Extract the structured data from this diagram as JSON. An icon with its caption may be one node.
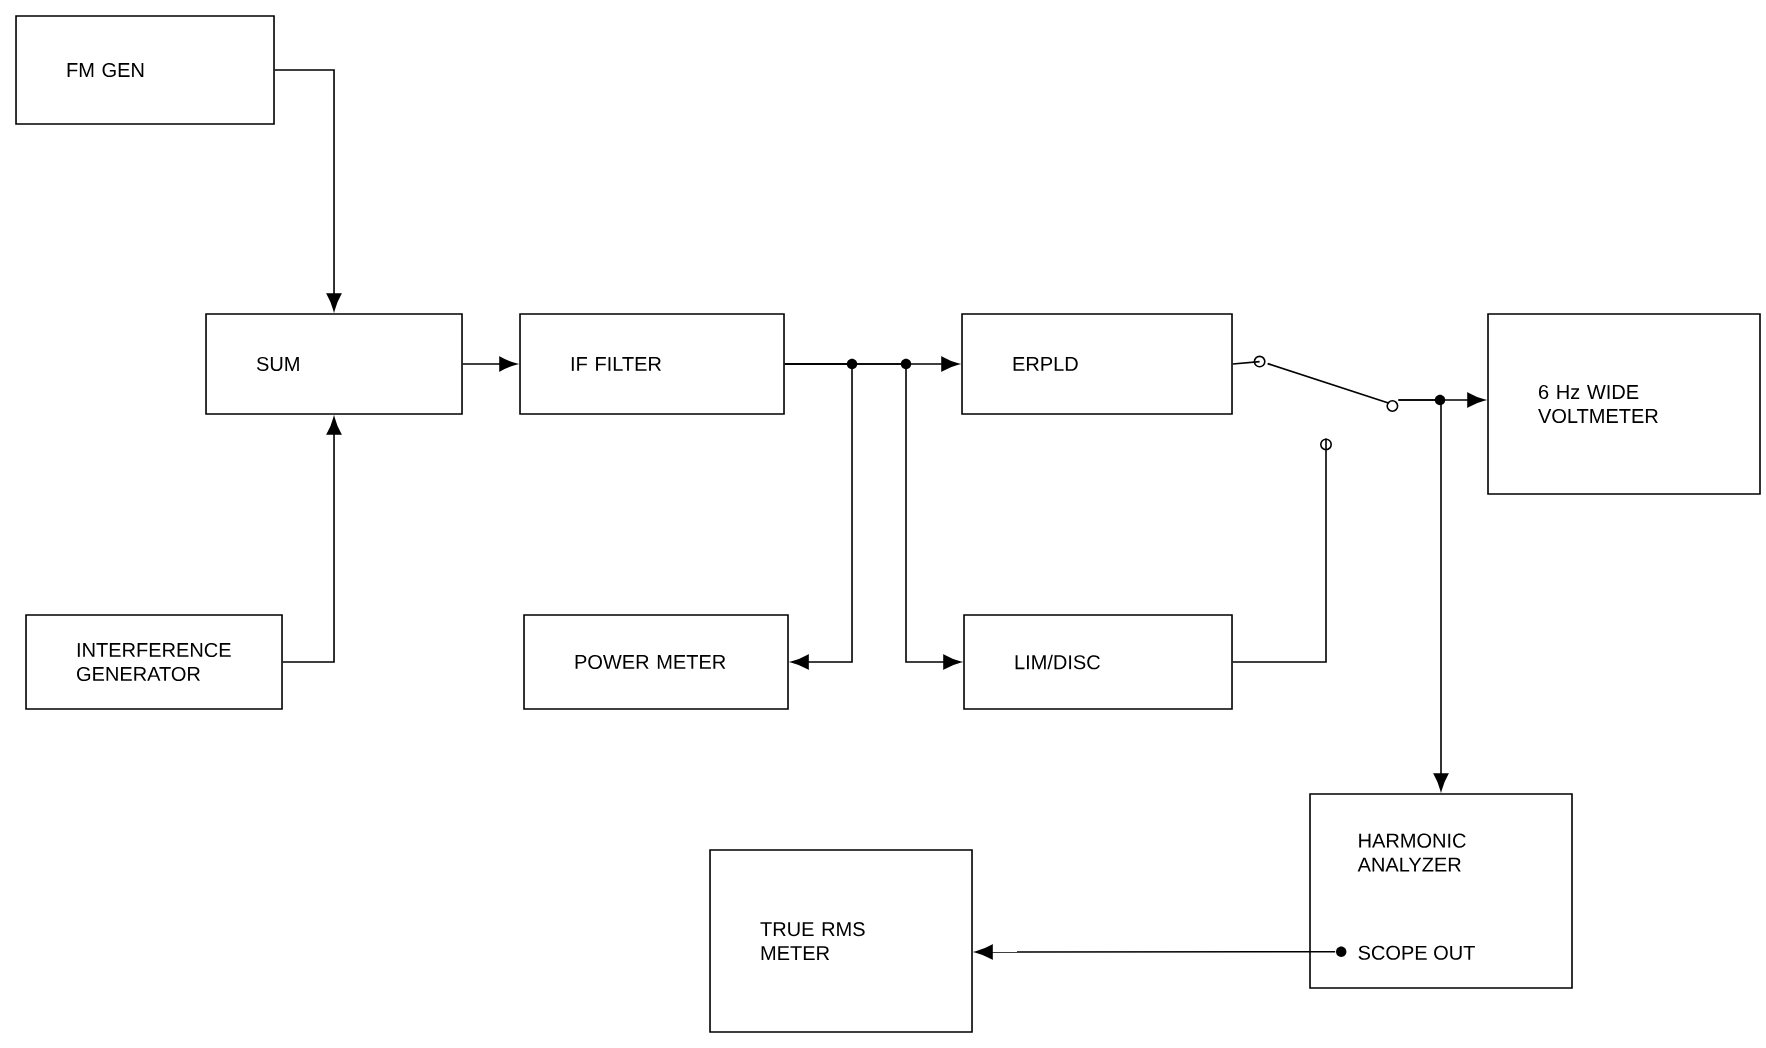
{
  "diagram": {
    "nodes": [
      {
        "text": [
          "FM GEN"
        ]
      },
      {
        "text": [
          "SUM"
        ]
      },
      {
        "text": [
          "INTERFERENCE GENERATOR"
        ]
      },
      {
        "text": [
          "IF FILTER"
        ]
      },
      {
        "text": [
          "ERPLD"
        ]
      },
      {
        "text": [
          "6 Hz WIDE VOLTMETER"
        ]
      },
      {
        "text": [
          "POWER METER"
        ]
      },
      {
        "text": [
          "LIM/DISC"
        ]
      },
      {
        "text": [
          "HARMONIC ANALYZER",
          "SCOPE OUT"
        ]
      },
      {
        "text": [
          "TRUE RMS METER"
        ]
      },
      {
        "text": [],
        "shape": "switch"
      }
    ],
    "edges": [
      {
        "from": 0,
        "to": 1,
        "arrow": "to"
      },
      {
        "from": 2,
        "to": 1,
        "arrow": "to"
      },
      {
        "from": 1,
        "to": 3,
        "arrow": "to"
      },
      {
        "from": 3,
        "to": 4,
        "arrow": "to"
      },
      {
        "from": 3,
        "to": 6,
        "arrow": "to"
      },
      {
        "from": 3,
        "to": 7,
        "arrow": "to"
      },
      {
        "from": 4,
        "to": 10,
        "arrow": "none"
      },
      {
        "from": 7,
        "to": 10,
        "arrow": "none"
      },
      {
        "from": 10,
        "to": 5,
        "arrow": "to"
      },
      {
        "from": 10,
        "to": 8,
        "arrow": "to"
      },
      {
        "from": 8,
        "to": 9,
        "arrow": "to"
      }
    ]
  }
}
